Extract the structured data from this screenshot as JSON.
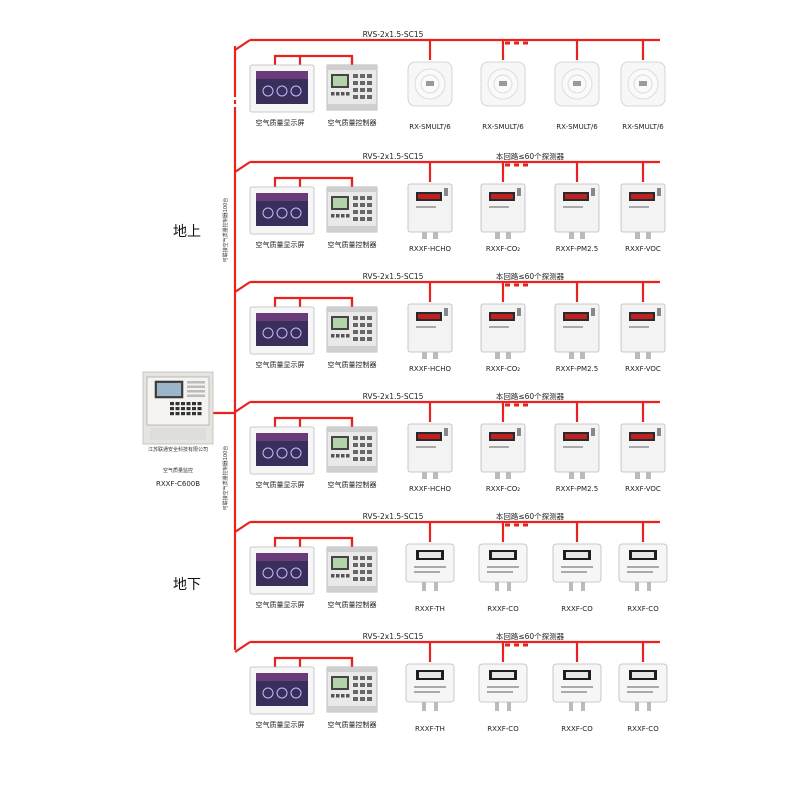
{
  "colors": {
    "line": "#e8231f",
    "panel": "#eeeeee",
    "screen_dark": "#2a2a4a"
  },
  "regions": {
    "above": "地上",
    "below": "地下"
  },
  "main_controller": {
    "company": "江苏联通安全科技有限公司",
    "name": "空气质量监控",
    "model": "RXXF-C600B"
  },
  "bus_labels": {
    "upper": "可联接空气质量控制器100台",
    "lower": "可联接空气质量控制器100台"
  },
  "rows": [
    {
      "cable": "RVS-2x1.5-SC15",
      "note": "",
      "display_label": "空气质量显示屏",
      "controller_label": "空气质量控制器",
      "sensor_type": "round",
      "sensors": [
        "RX-SMULT/6",
        "RX-SMULT/6",
        "RX-SMULT/6",
        "RX-SMULT/6"
      ]
    },
    {
      "cable": "RVS-2x1.5-SC15",
      "note": "本回路≤60个探测器",
      "display_label": "空气质量显示屏",
      "controller_label": "空气质量控制器",
      "sensor_type": "box",
      "sensors": [
        "RXXF-HCHO",
        "RXXF-CO₂",
        "RXXF-PM2.5",
        "RXXF-VOC"
      ]
    },
    {
      "cable": "RVS-2x1.5-SC15",
      "note": "本回路≤60个探测器",
      "display_label": "空气质量显示屏",
      "controller_label": "空气质量控制器",
      "sensor_type": "box",
      "sensors": [
        "RXXF-HCHO",
        "RXXF-CO₂",
        "RXXF-PM2.5",
        "RXXF-VOC"
      ]
    },
    {
      "cable": "RVS-2x1.5-SC15",
      "note": "本回路≤60个探测器",
      "display_label": "空气质量显示屏",
      "controller_label": "空气质量控制器",
      "sensor_type": "box",
      "sensors": [
        "RXXF-HCHO",
        "RXXF-CO₂",
        "RXXF-PM2.5",
        "RXXF-VOC"
      ]
    },
    {
      "cable": "RVS-2x1.5-SC15",
      "note": "本回路≤60个探测器",
      "display_label": "空气质量显示屏",
      "controller_label": "空气质量控制器",
      "sensor_type": "wall",
      "sensors": [
        "RXXF-TH",
        "RXXF-CO",
        "RXXF-CO",
        "RXXF-CO"
      ]
    },
    {
      "cable": "RVS-2x1.5-SC15",
      "note": "本回路≤60个探测器",
      "display_label": "空气质量显示屏",
      "controller_label": "空气质量控制器",
      "sensor_type": "wall",
      "sensors": [
        "RXXF-TH",
        "RXXF-CO",
        "RXXF-CO",
        "RXXF-CO"
      ]
    }
  ]
}
